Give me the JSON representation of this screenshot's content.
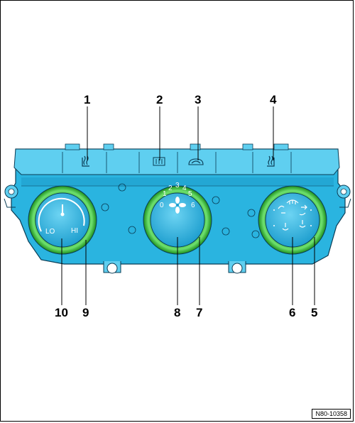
{
  "callouts": {
    "c1": "1",
    "c2": "2",
    "c3": "3",
    "c4": "4",
    "c5": "5",
    "c6": "6",
    "c7": "7",
    "c8": "8",
    "c9": "9",
    "c10": "10"
  },
  "temperature_dial": {
    "low_label": "LO",
    "high_label": "HI"
  },
  "fan_dial": {
    "speeds": [
      "0",
      "1",
      "2",
      "3",
      "4",
      "5",
      "6"
    ]
  },
  "reference_code": "N80-10358",
  "colors": {
    "panel": "#2ab4e0",
    "panel_dark": "#1890bd",
    "panel_light": "#5fcff0",
    "ring": "#3ec83e",
    "ring_dark": "#1c8f1c",
    "outline": "#0a3c55"
  },
  "icons": {
    "button_1": "left-seat-heating-icon",
    "button_2": "rear-window-defrost-icon",
    "button_3": "recirculation-icon",
    "button_4": "right-seat-heating-icon",
    "dial_8": "fan-icon",
    "dial_6_modes": [
      "windshield-defrost-icon",
      "upper-airflow-icon",
      "footwell-airflow-icon",
      "face-airflow-icon"
    ]
  }
}
